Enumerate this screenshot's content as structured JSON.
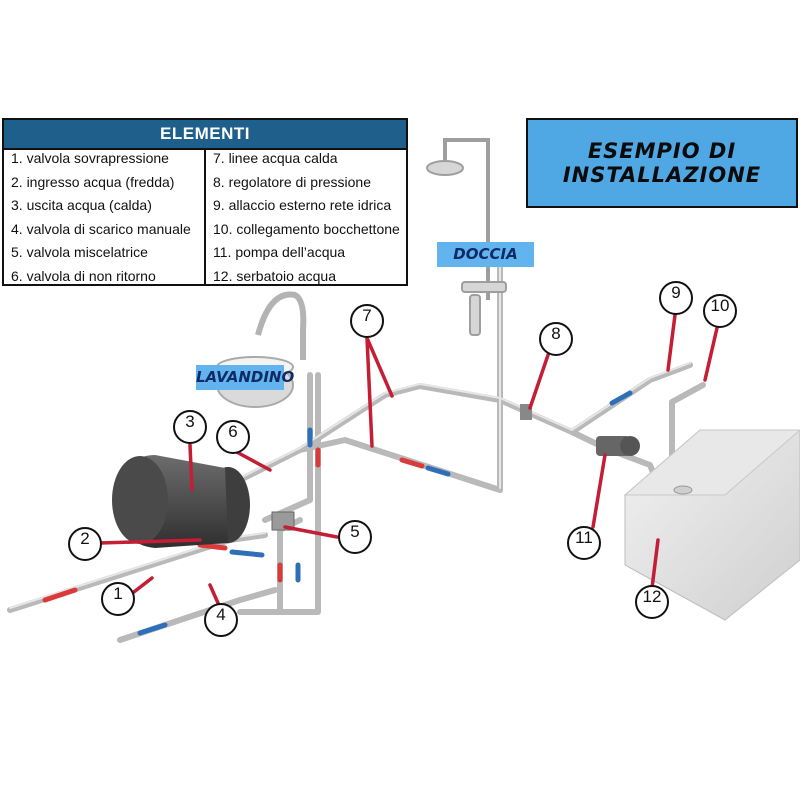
{
  "legend": {
    "title": "ELEMENTI",
    "items_left": [
      "1. valvola sovrapressione",
      "2. ingresso acqua (fredda)",
      "3. uscita acqua (calda)",
      "4. valvola di scarico manuale",
      "5. valvola miscelatrice",
      "6. valvola di non ritorno"
    ],
    "items_right": [
      "7. linee acqua calda",
      "8. regolatore di pressione",
      "9. allaccio esterno rete idrica",
      "10. collegamento bocchettone",
      "11. pompa dell’acqua",
      "12. serbatoio acqua"
    ]
  },
  "title": {
    "line1": "ESEMPIO DI",
    "line2": "INSTALLAZIONE"
  },
  "tags": {
    "doccia": "DOCCIA",
    "lavandino": "LAVANDINO"
  },
  "callouts": [
    "1",
    "2",
    "3",
    "4",
    "5",
    "6",
    "7",
    "8",
    "9",
    "10",
    "11",
    "12"
  ],
  "colors": {
    "legend_header": "#1f5f8b",
    "title_box": "#4fa7e3",
    "tag": "#62b4ee",
    "hot_line": "#d93a3a",
    "cold_line": "#2f6fb8",
    "leader": "#c41e35"
  }
}
